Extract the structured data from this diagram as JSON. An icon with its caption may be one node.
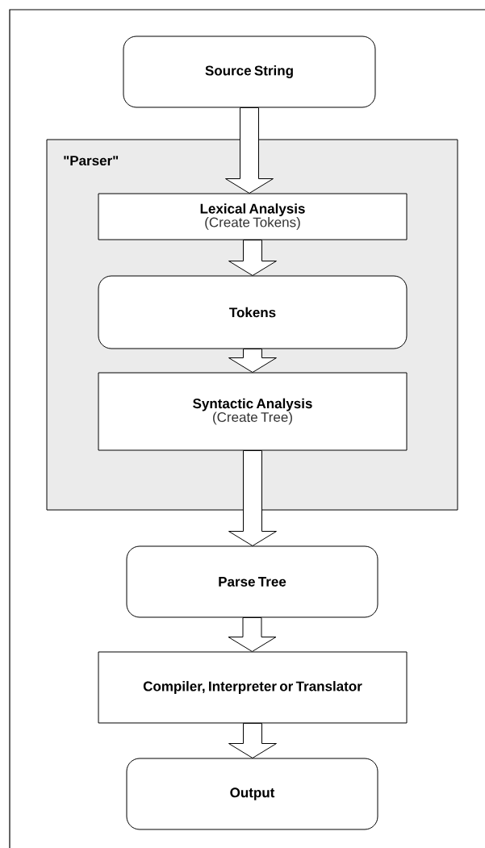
{
  "diagram": {
    "nodes": [
      {
        "text": [
          "Source String"
        ]
      },
      {
        "text": [
          "\"Parser\""
        ]
      },
      {
        "text": [
          "Lexical Analysis",
          "(Create Tokens)"
        ],
        "in": 1
      },
      {
        "text": [
          "Tokens"
        ],
        "in": 1
      },
      {
        "text": [
          "Syntactic Analysis",
          "(Create Tree)"
        ],
        "in": 1
      },
      {
        "text": [
          "Parse Tree"
        ]
      },
      {
        "text": [
          "Compiler, Interpreter or Translator"
        ]
      },
      {
        "text": [
          "Output"
        ]
      }
    ],
    "edges": [
      {
        "from": 0,
        "to": 2,
        "arrow": "to"
      },
      {
        "from": 2,
        "to": 3,
        "arrow": "to"
      },
      {
        "from": 3,
        "to": 4,
        "arrow": "to"
      },
      {
        "from": 4,
        "to": 5,
        "arrow": "to"
      },
      {
        "from": 5,
        "to": 6,
        "arrow": "to"
      },
      {
        "from": 6,
        "to": 7,
        "arrow": "to"
      }
    ]
  }
}
